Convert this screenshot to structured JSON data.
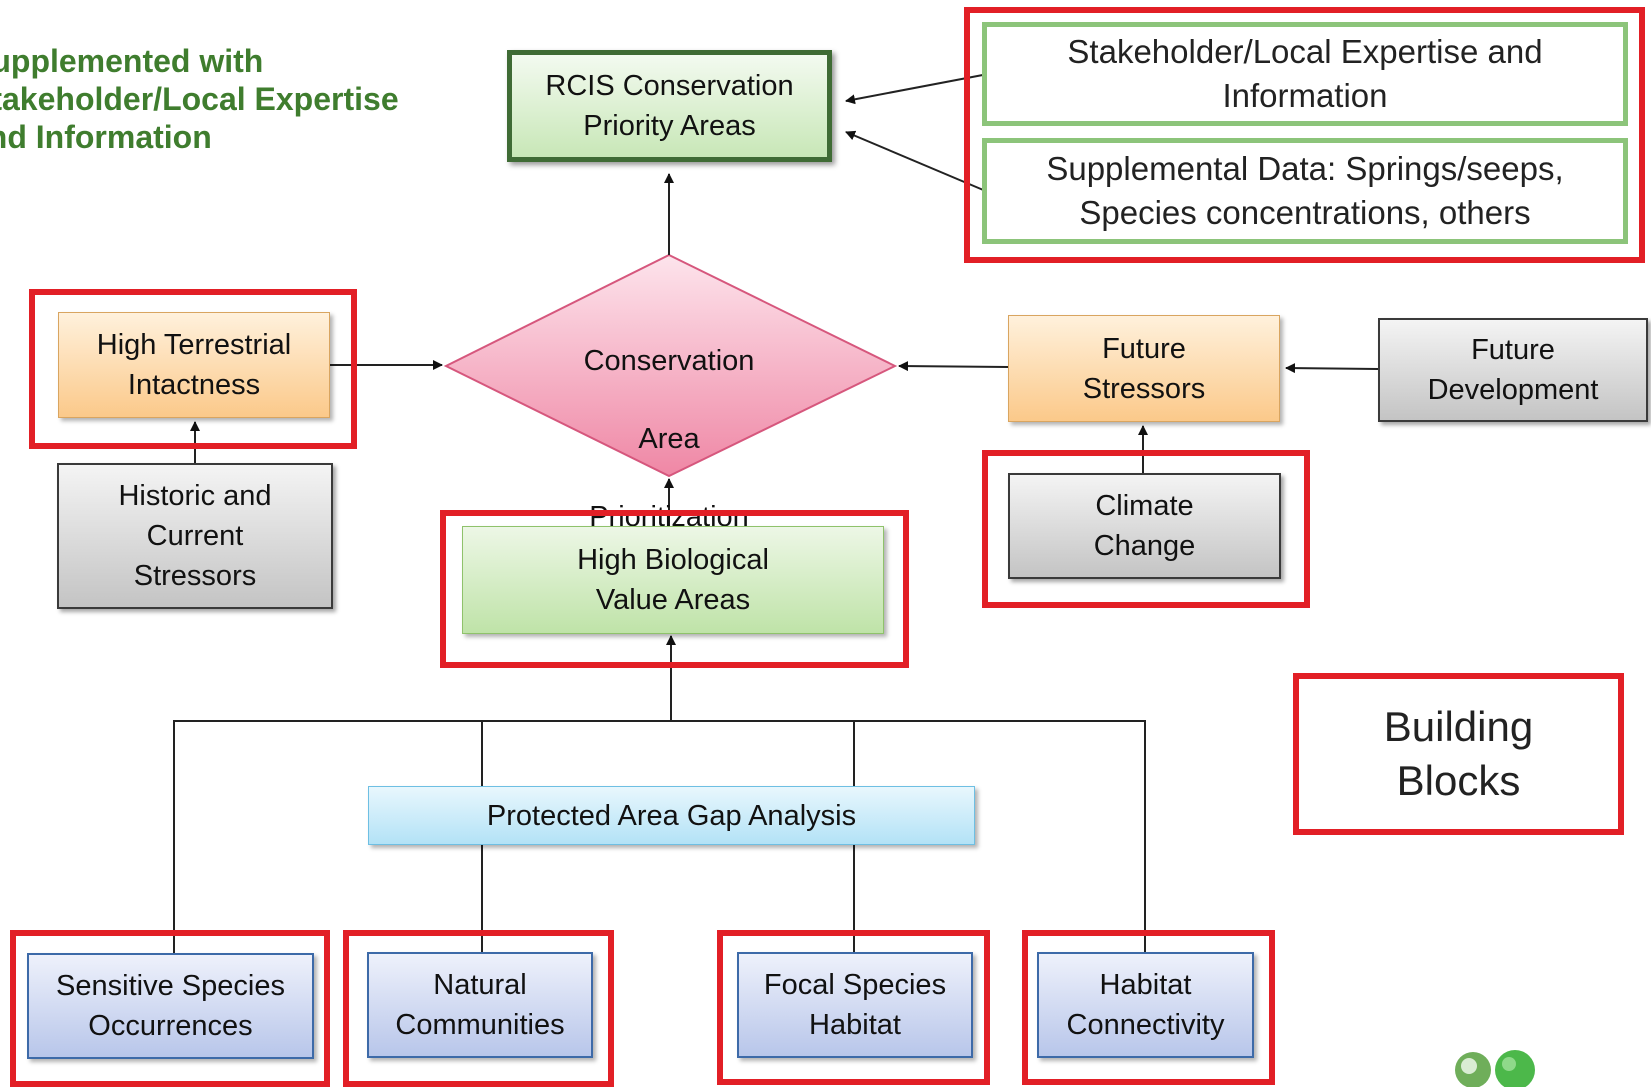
{
  "note": {
    "lines": [
      "Supplemented with",
      "Stakeholder/Local Expertise",
      "and Information"
    ]
  },
  "nodes": {
    "rcis": {
      "lines": [
        "RCIS Conservation",
        "Priority Areas"
      ]
    },
    "stakeholder": {
      "lines": [
        "Stakeholder/Local Expertise and",
        "Information"
      ]
    },
    "supplemental": {
      "lines": [
        "Supplemental Data: Springs/seeps,",
        "Species concentrations, others"
      ]
    },
    "prioritization": {
      "lines": [
        "Conservation",
        "Area",
        "Prioritization"
      ]
    },
    "terrestrial": {
      "lines": [
        "High Terrestrial",
        "Intactness"
      ]
    },
    "historic": {
      "lines": [
        "Historic and",
        "Current",
        "Stressors"
      ]
    },
    "future_stressors": {
      "lines": [
        "Future",
        "Stressors"
      ]
    },
    "future_development": {
      "lines": [
        "Future",
        "Development"
      ]
    },
    "climate": {
      "lines": [
        "Climate",
        "Change"
      ]
    },
    "biological": {
      "lines": [
        "High Biological",
        "Value Areas"
      ]
    },
    "gap": {
      "lines": [
        "Protected Area Gap Analysis"
      ]
    },
    "sensitive": {
      "lines": [
        "Sensitive Species",
        "Occurrences"
      ]
    },
    "natural": {
      "lines": [
        "Natural",
        "Communities"
      ]
    },
    "focal": {
      "lines": [
        "Focal Species",
        "Habitat"
      ]
    },
    "connectivity": {
      "lines": [
        "Habitat",
        "Connectivity"
      ]
    }
  },
  "legend": {
    "lines": [
      "Building",
      "Blocks"
    ]
  },
  "colors": {
    "building_block_frame": "#e21f26",
    "note_text": "#3f7d2e",
    "diamond_fill": "#f4a3b8",
    "connector": "#222222"
  }
}
